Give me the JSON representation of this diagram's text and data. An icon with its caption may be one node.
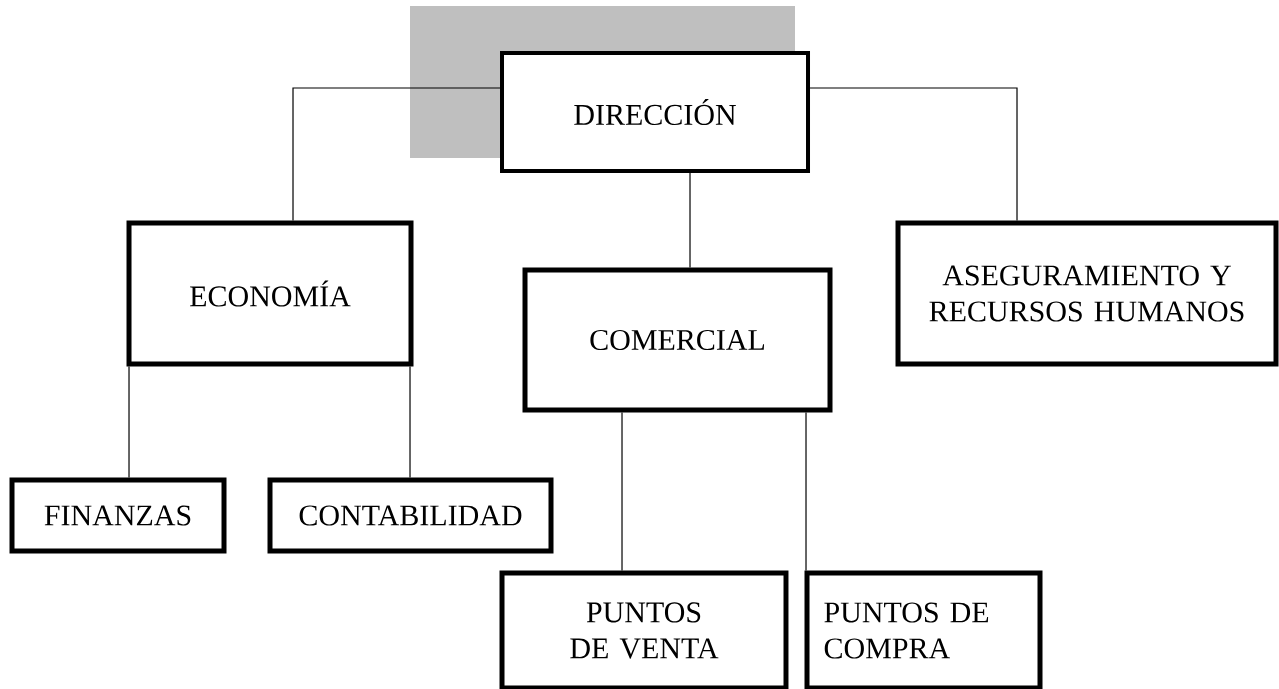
{
  "diagram": {
    "nodes": [
      {
        "text": [
          "DIRECCIÓN"
        ]
      },
      {
        "text": [
          "ECONOMÍA"
        ]
      },
      {
        "text": [
          "COMERCIAL"
        ]
      },
      {
        "text": [
          "ASEGURAMIENTO Y RECURSOS HUMANOS"
        ]
      },
      {
        "text": [
          "FINANZAS"
        ]
      },
      {
        "text": [
          "CONTABILIDAD"
        ]
      },
      {
        "text": [
          "PUNTOS DE VENTA"
        ]
      },
      {
        "text": [
          "PUNTOS DE COMPRA"
        ]
      }
    ],
    "edges": [
      {
        "from": 0,
        "to": 1,
        "arrow": "none"
      },
      {
        "from": 0,
        "to": 2,
        "arrow": "none"
      },
      {
        "from": 0,
        "to": 3,
        "arrow": "none"
      },
      {
        "from": 1,
        "to": 4,
        "arrow": "none"
      },
      {
        "from": 1,
        "to": 5,
        "arrow": "none"
      },
      {
        "from": 2,
        "to": 6,
        "arrow": "none"
      },
      {
        "from": 2,
        "to": 7,
        "arrow": "none"
      }
    ]
  }
}
